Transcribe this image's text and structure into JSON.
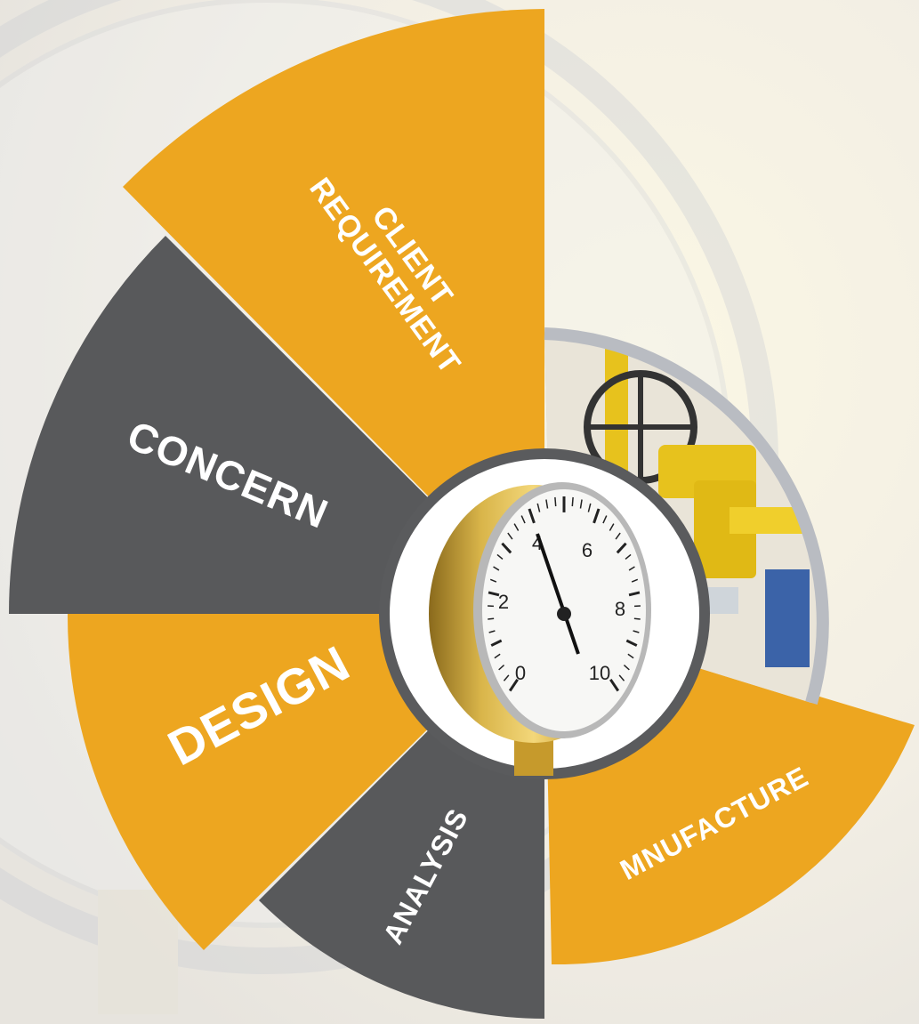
{
  "diagram": {
    "segments": [
      {
        "id": "client-requirement",
        "lines": [
          "CLIENT",
          "REQUIREMENT"
        ]
      },
      {
        "id": "concern",
        "lines": [
          "CONCERN"
        ]
      },
      {
        "id": "design",
        "lines": [
          "DESIGN"
        ]
      },
      {
        "id": "analysis",
        "lines": [
          "ANALYSIS"
        ]
      },
      {
        "id": "manufacture",
        "lines": [
          "MNUFACTURE"
        ]
      }
    ],
    "colors": {
      "orange": "#eda620",
      "gray": "#58595b",
      "ring": "#5a5b5d",
      "photo_ring": "#b9bcc2"
    },
    "gauge": {
      "ticks": [
        "0",
        "2",
        "4",
        "6",
        "8",
        "10"
      ]
    }
  }
}
